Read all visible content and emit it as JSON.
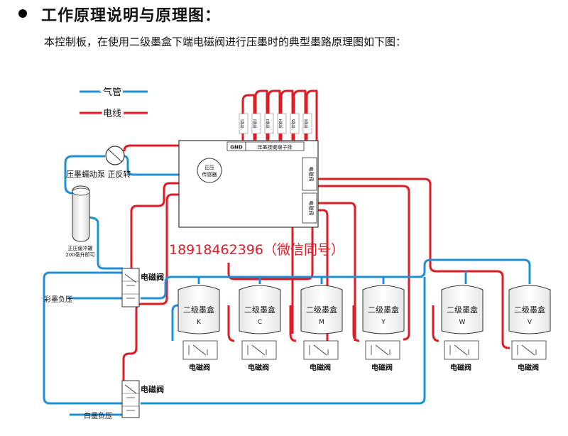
{
  "header": {
    "title": "工作原理说明与原理图：",
    "subtitle": "本控制板，在使用二级墨盒下端电磁阀进行压墨时的典型墨路原理图如下图："
  },
  "legend": {
    "air_pipe": "气管",
    "wire": "电线"
  },
  "board": {
    "terminal_gnd": "GND",
    "terminal_label": "压墨按键端子排",
    "buttons": [
      "按键1",
      "按键2",
      "按键3",
      "按键4",
      "按键5",
      "按键6"
    ],
    "sensor_line1": "正压",
    "sensor_line2": "传感器",
    "valve_port1": "电磁阀",
    "valve_port2": "电磁阀"
  },
  "pump_label": "压墨蠕动泵  正反转",
  "buffer_label_line1": "正压缓冲罐",
  "buffer_label_line2": "200毫升即可",
  "contact": "18918462396（微信同号）",
  "valve_label": "电磁阀",
  "color_ink_label": "彩墨负压",
  "white_ink_label": "白墨负压",
  "cartridges": [
    {
      "title": "二级墨盒",
      "letter": "K"
    },
    {
      "title": "二级墨盒",
      "letter": "C"
    },
    {
      "title": "二级墨盒",
      "letter": "M"
    },
    {
      "title": "二级墨盒",
      "letter": "Y"
    },
    {
      "title": "二级墨盒",
      "letter": "W"
    },
    {
      "title": "二级墨盒",
      "letter": "V"
    }
  ],
  "colors": {
    "air_pipe": "#1e90d6",
    "wire": "#e01b24"
  }
}
